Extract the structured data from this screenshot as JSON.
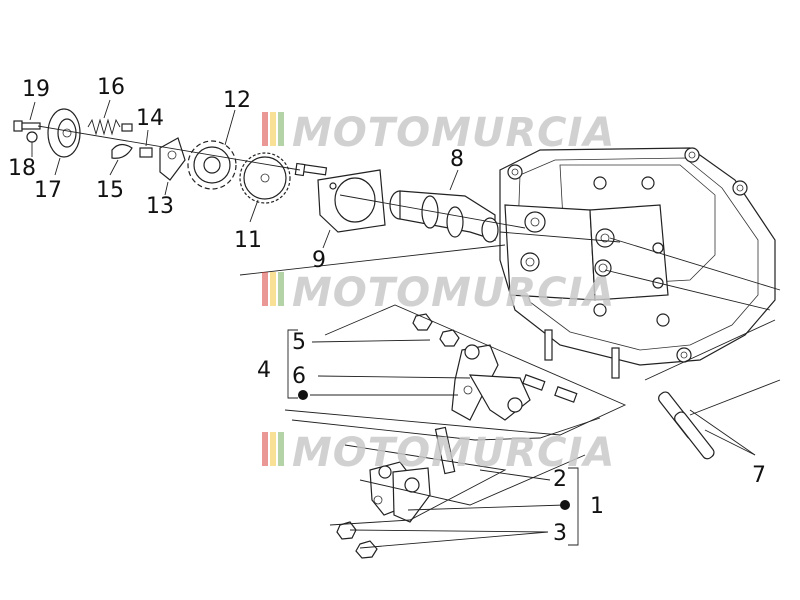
{
  "watermarks": [
    "MOTOMURCIA",
    "MOTOMURCIA",
    "MOTOMURCIA"
  ],
  "callouts": {
    "n1": "1",
    "n2": "2",
    "n3": "3",
    "n4": "4",
    "n5": "5",
    "n6": "6",
    "n7": "7",
    "n8": "8",
    "n9": "9",
    "n11": "11",
    "n12": "12",
    "n13": "13",
    "n14": "14",
    "n15": "15",
    "n16": "16",
    "n17": "17",
    "n18": "18",
    "n19": "19"
  },
  "colors": {
    "line": "#222222",
    "watermark": "#c9c9c9",
    "flag_red": "#d6322e",
    "flag_yellow": "#f2c230",
    "flag_green": "#6aa84f"
  }
}
